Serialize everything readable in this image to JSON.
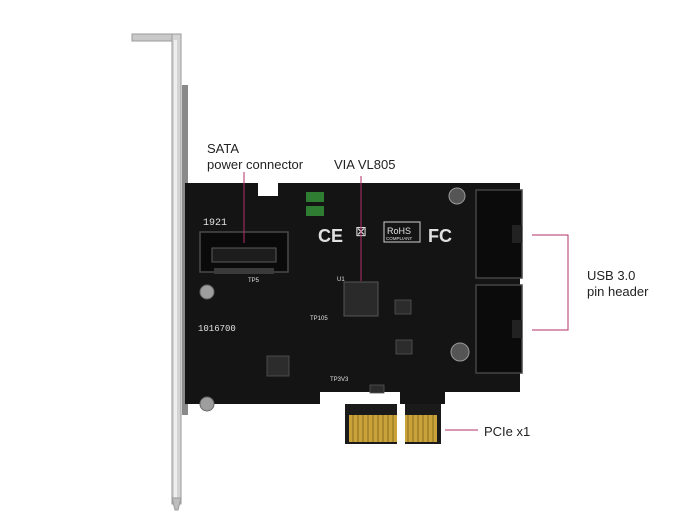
{
  "callouts": {
    "sata_line1": "SATA",
    "sata_line2": "power connector",
    "chip": "VIA VL805",
    "usb_line1": "USB 3.0",
    "usb_line2": "pin header",
    "pcie": "PCIe x1"
  },
  "board_markings": {
    "date_code": "1921",
    "part_number": "1016700",
    "rohs": "RoHS",
    "rohs_sub": "COMPLIANT",
    "tp_a": "TP5",
    "tp_b": "TP105",
    "tp_c": "TP3V3",
    "chip_ref": "U1"
  },
  "colors": {
    "pcb": "#111111",
    "callout_line": "#b0306a",
    "bracket": "#c8c8c8",
    "gold": "#c9a23a"
  }
}
